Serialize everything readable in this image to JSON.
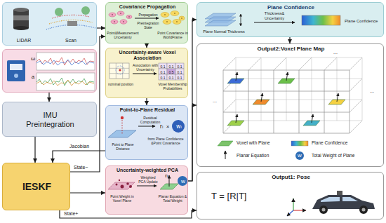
{
  "diagram": {
    "nodes": [
      {
        "text": [
          "LIDAR",
          "Scan"
        ]
      },
      {
        "text": [
          "ω",
          "a"
        ]
      },
      {
        "text": [
          "IMU Preintegration"
        ]
      },
      {
        "text": [
          "IESKF"
        ]
      },
      {
        "text": [
          "Covariance Propagation",
          "Point&Measurement Uncertainty",
          "Propagation",
          "Preintegration State",
          "Point Covariance in WorldFrame"
        ]
      },
      {
        "text": [
          "Uncertainty-aware Voxel Association",
          "nominal position",
          "Association with Uncertainty",
          "Voxel Membership Probabilities"
        ]
      },
      {
        "text": [
          "Point-to-Plane Residual",
          "Point to Plane Distance",
          "Residual Computation",
          "rᵢ",
          "×",
          "wᵢ",
          "from Plane Confidence &Point Covariance"
        ]
      },
      {
        "text": [
          "Uncertainty-weighted PCA",
          "Point Weight in Voxel Plane",
          "Weighted PCA Update",
          "n",
          "w",
          "Planar Equation & Total Weight"
        ]
      },
      {
        "text": [
          "Plane Confidence",
          "Plane Normal Thickness",
          "Thickness& Uncertainty",
          "Plane Confidence"
        ]
      },
      {
        "text": [
          "Output2:Voxel Plane Map"
        ]
      },
      {
        "text": [
          "Output1: Pose",
          "T = [R|T]"
        ]
      }
    ],
    "edges": [
      {
        "from": 0,
        "to": 4,
        "arrow": "to"
      },
      {
        "from": 1,
        "to": 2,
        "arrow": "to"
      },
      {
        "from": 2,
        "to": 3,
        "arrow": "to"
      },
      {
        "from": 3,
        "to": 4,
        "label": "State−",
        "arrow": "to"
      },
      {
        "from": 4,
        "to": 5,
        "arrow": "to"
      },
      {
        "from": 5,
        "to": 6,
        "arrow": "to"
      },
      {
        "from": 6,
        "to": 3,
        "label": "Jacobian",
        "arrow": "to"
      },
      {
        "from": 3,
        "to": 7,
        "arrow": "to"
      },
      {
        "from": 3,
        "to": 10,
        "label": "State+",
        "arrow": "to"
      },
      {
        "from": 7,
        "to": 8,
        "arrow": "to"
      },
      {
        "from": 7,
        "to": 9,
        "arrow": "to"
      },
      {
        "from": 8,
        "to": 9,
        "arrow": "to"
      }
    ],
    "labels": [
      "0.1",
      "0.1",
      "0.1",
      "0.1",
      "0.5",
      "0.1",
      "0.1",
      "0.1",
      "0.1",
      "...",
      "...",
      "...",
      "w"
    ],
    "legend": [
      {
        "text": "Voxel with Plane"
      },
      {
        "text": "Plane Confidence"
      },
      {
        "text": "Planar Equation"
      },
      {
        "text": "Total Weight of Plane"
      }
    ]
  }
}
